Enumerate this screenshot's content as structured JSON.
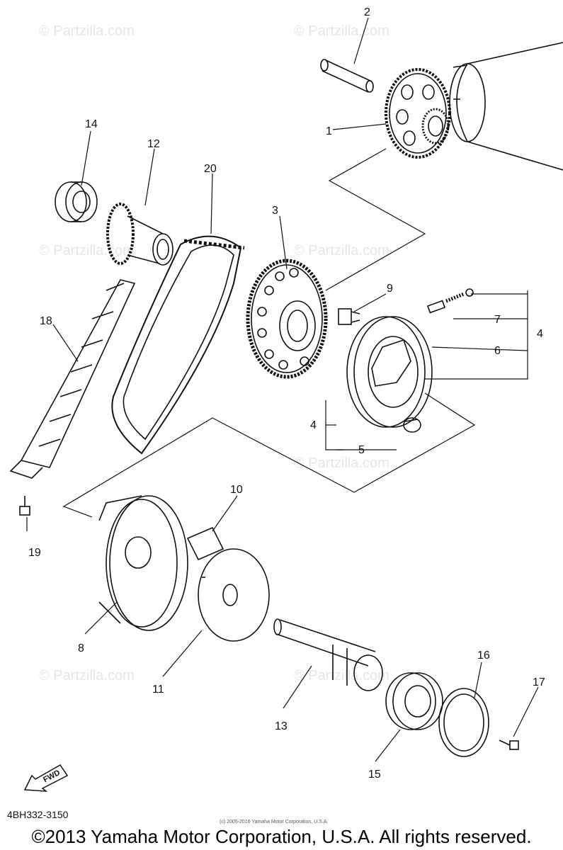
{
  "diagram": {
    "code": "4BH332-3150",
    "small_copyright": "(c) 2005-2016 Yamaha Motor Corporation, U.S.A.",
    "copyright": "©2013 Yamaha Motor Corporation, U.S.A. All rights reserved.",
    "watermark": "© Partzilla.com",
    "fwd_label": "FWD"
  },
  "callouts": {
    "c1": "1",
    "c2": "2",
    "c3": "3",
    "c4a": "4",
    "c4b": "4",
    "c5": "5",
    "c6": "6",
    "c7": "7",
    "c8": "8",
    "c9": "9",
    "c10": "10",
    "c11": "11",
    "c12": "12",
    "c13": "13",
    "c14": "14",
    "c15": "15",
    "c16": "16",
    "c17": "17",
    "c18": "18",
    "c19": "19",
    "c20": "20"
  }
}
